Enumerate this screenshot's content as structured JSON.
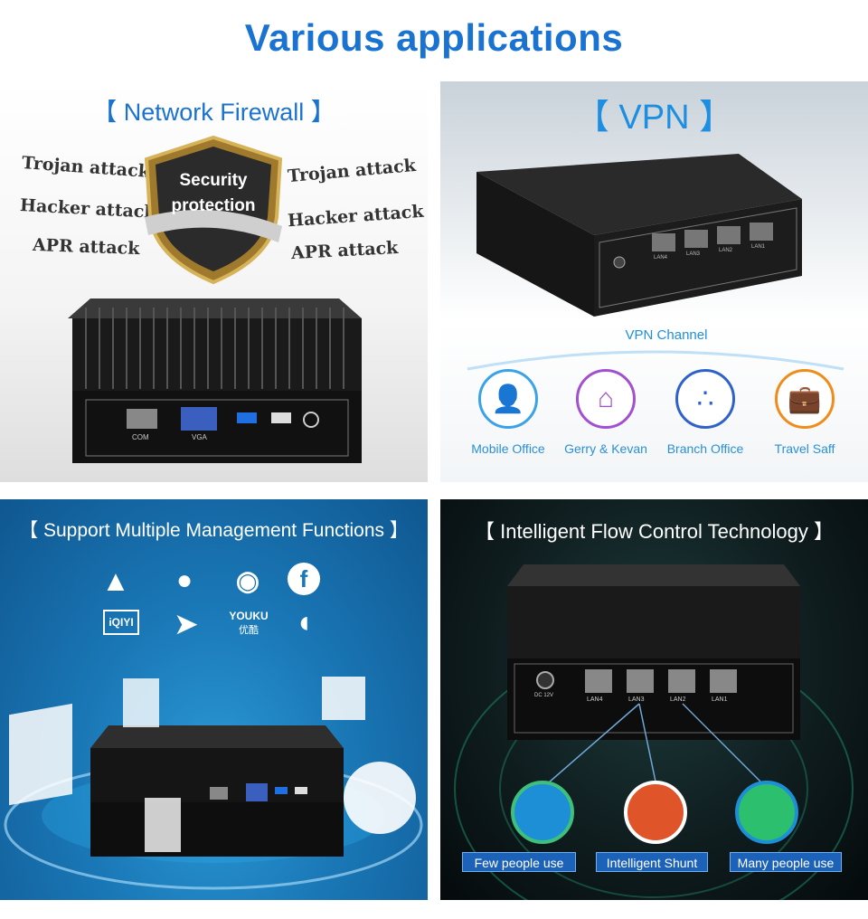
{
  "title": "Various applications",
  "firewall": {
    "title": "【 Network Firewall 】",
    "shield_text_1": "Security",
    "shield_text_2": "protection",
    "left_attacks": [
      "Trojan attack",
      "Hacker attack",
      "APR attack"
    ],
    "right_attacks": [
      "Trojan attack",
      "Hacker attack",
      "APR attack"
    ],
    "port_labels": [
      "COM",
      "VGA"
    ]
  },
  "vpn": {
    "title": "【 VPN 】",
    "channel_label": "VPN Channel",
    "items": [
      {
        "label": "Mobile Office",
        "icon": "person-icon",
        "color": "#3aa3e8"
      },
      {
        "label": "Gerry & Kevan",
        "icon": "house-icon",
        "color": "#a24fd0"
      },
      {
        "label": "Branch Office",
        "icon": "network-people-icon",
        "color": "#2f62c9"
      },
      {
        "label": "Travel Saff",
        "icon": "luggage-person-icon",
        "color": "#f08c1a"
      }
    ],
    "lan_labels": [
      "LAN4",
      "LAN3",
      "LAN2",
      "LAN1"
    ]
  },
  "management": {
    "title": "【 Support Multiple Management Functions 】",
    "icons": [
      "penguin-icon",
      "wechat-icon",
      "weibo-icon",
      "facebook-icon",
      "iqiyi-icon",
      "bird-icon",
      "youku-icon",
      "tencent-video-icon"
    ],
    "iqiyi_text": "iQIYI",
    "youku_text": "YOUKU",
    "youku_sub": "优酷",
    "facebook_text": "f"
  },
  "flow": {
    "title": "【 Intelligent Flow Control Technology 】",
    "lan_labels": [
      "LAN4",
      "LAN3",
      "LAN2",
      "LAN1"
    ],
    "dc_label": "DC 12V",
    "captions": [
      "Few people use",
      "Intelligent Shunt",
      "Many people use"
    ],
    "colors": {
      "few": "#1d8fd6",
      "shunt": "#e0542a",
      "many": "#2bbf6e"
    }
  }
}
